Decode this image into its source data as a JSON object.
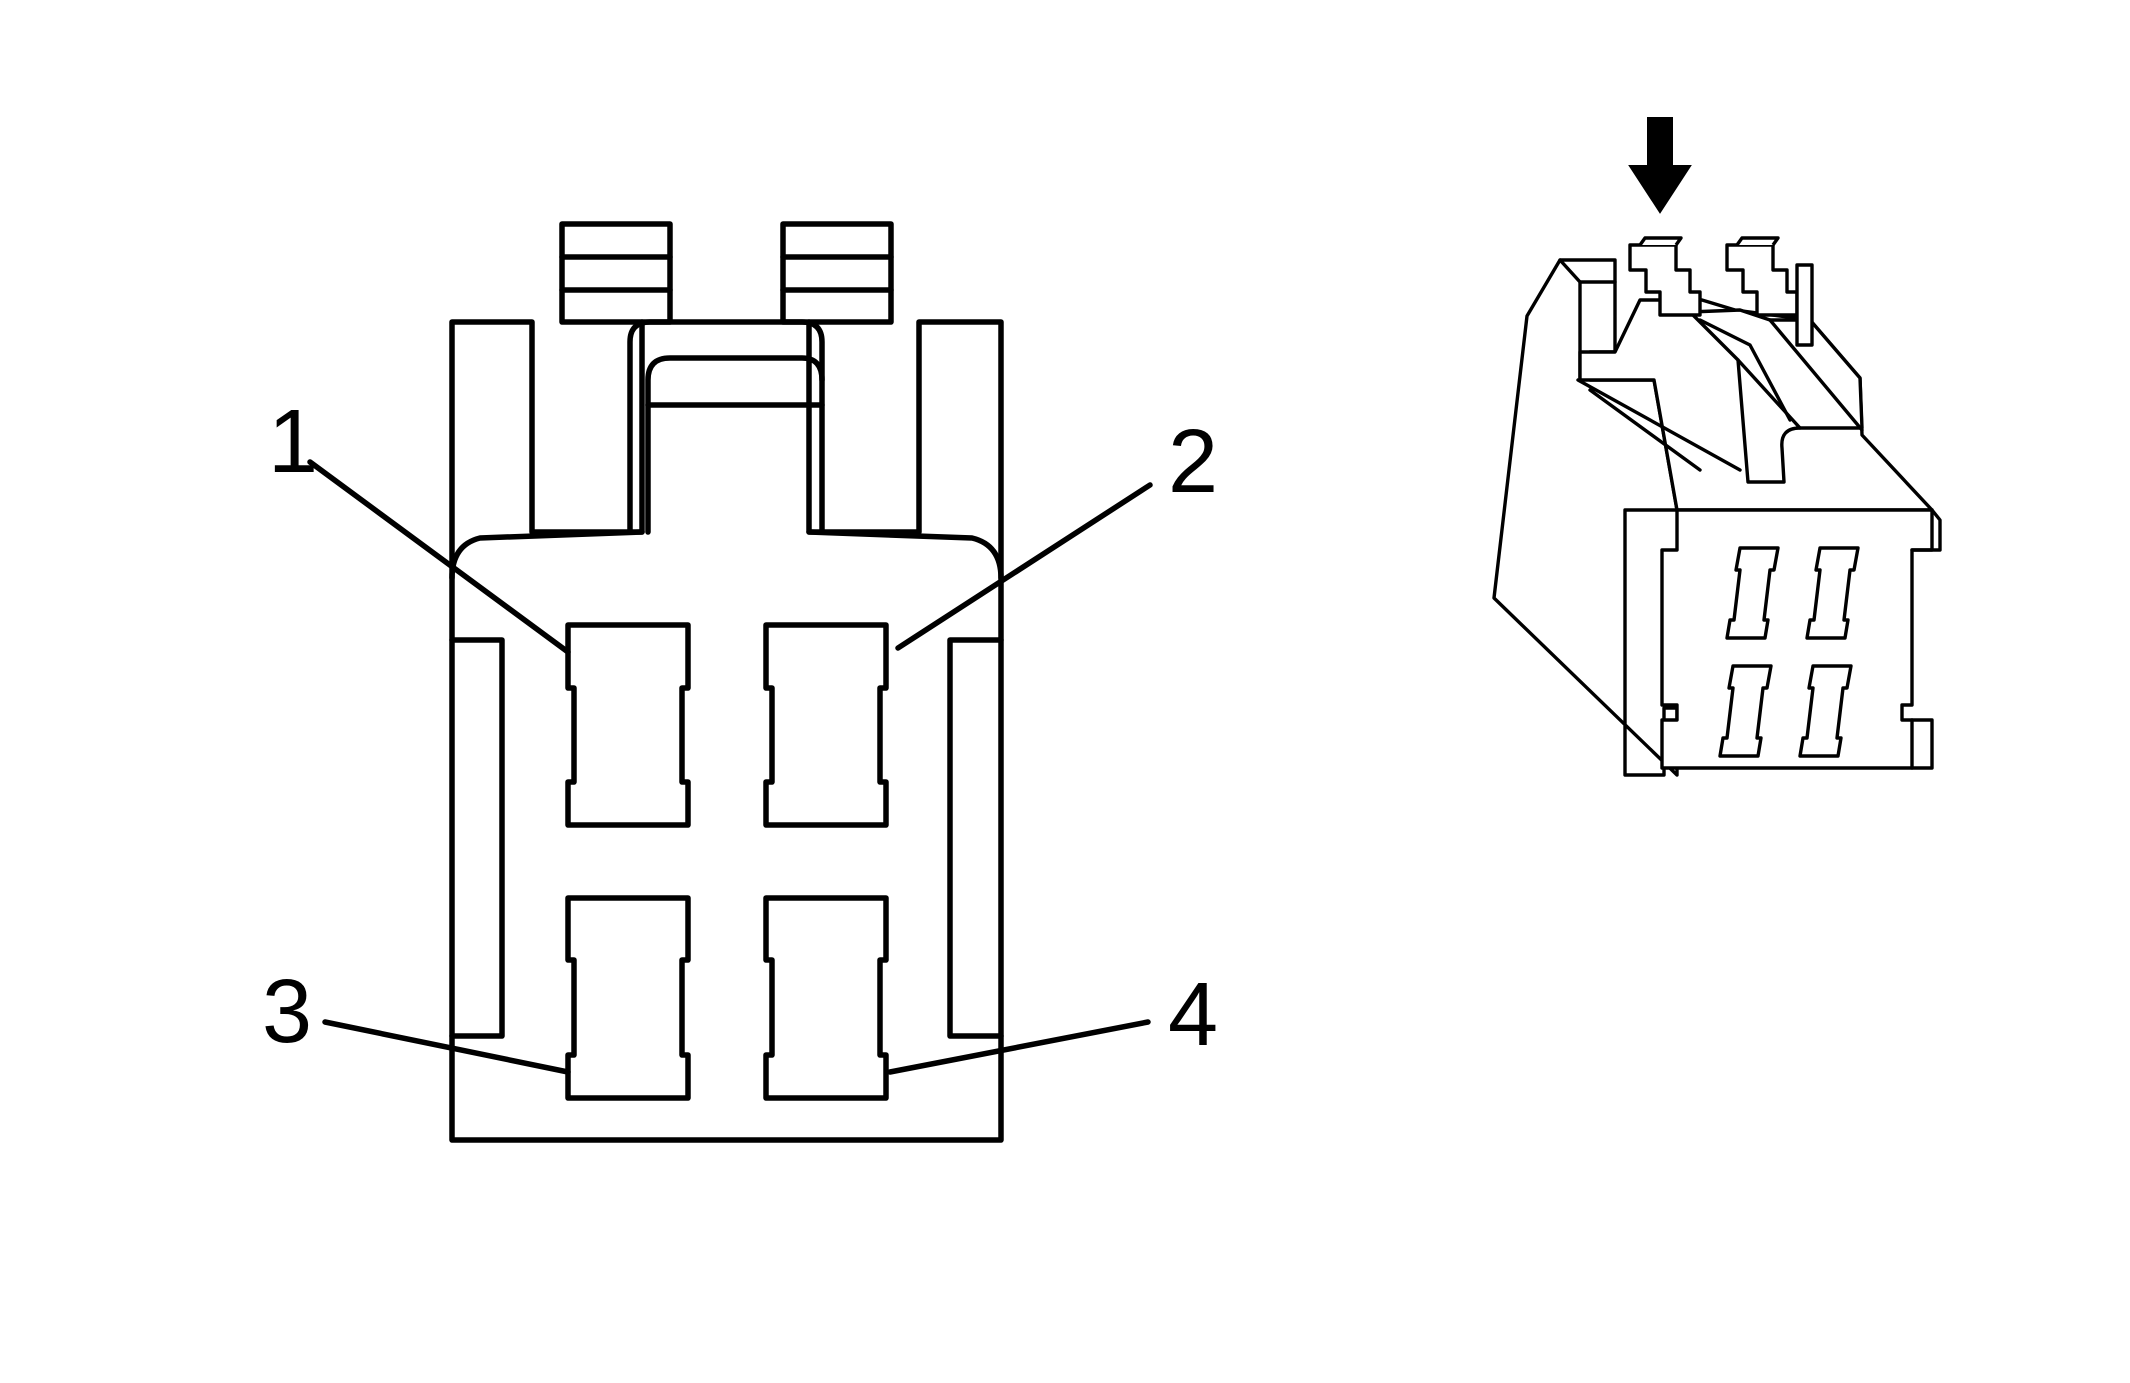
{
  "pins": [
    {
      "number": "1"
    },
    {
      "number": "2"
    },
    {
      "number": "3"
    },
    {
      "number": "4"
    }
  ],
  "icons": {
    "insertion_direction": "down-arrow-icon"
  },
  "colors": {
    "line": "#000000",
    "background": "#ffffff"
  }
}
